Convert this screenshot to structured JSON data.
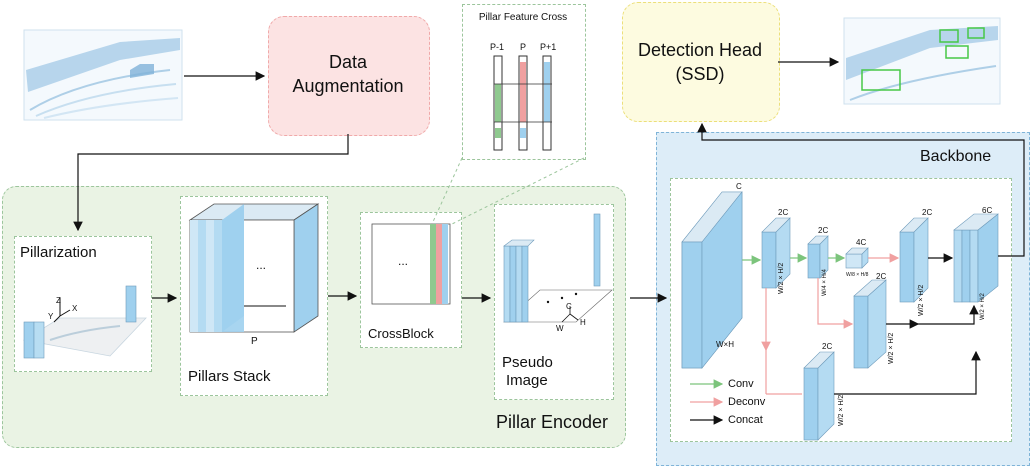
{
  "colors": {
    "encoder_bg": "#eaf3e4",
    "encoder_border": "#9cc59c",
    "backbone_bg": "#ddedf8",
    "backbone_border": "#7fb4d8",
    "augmentation_fill": "#fce3e3",
    "augmentation_border": "#f0a9a9",
    "detection_fill": "#fdfbe0",
    "detection_border": "#ecdf7a",
    "pillar_blue": "#9fd0ee",
    "pillar_green": "#8fc98f",
    "pillar_red": "#f0a0a0",
    "conv_arrow": "#7cc47c",
    "deconv_arrow": "#f0a0a0",
    "concat_arrow": "#111111"
  },
  "input_image": {
    "icon": "lidar-pointcloud-image"
  },
  "output_image": {
    "icon": "lidar-detections-image"
  },
  "augmentation": {
    "label_line1": "Data",
    "label_line2": "Augmentation"
  },
  "detection_head": {
    "label_line1": "Detection Head",
    "label_line2": "(SSD)"
  },
  "pillar_feature_cross": {
    "title": "Pillar Feature Cross",
    "labels": [
      "P-1",
      "P",
      "P+1"
    ]
  },
  "pillar_encoder": {
    "title": "Pillar Encoder",
    "pillarization": {
      "title": "Pillarization",
      "axes": [
        "Z",
        "Y",
        "X"
      ]
    },
    "pillars_stack": {
      "title": "Pillars Stack",
      "p_label": "P",
      "dots": "..."
    },
    "crossblock": {
      "title": "CrossBlock",
      "dots": "..."
    },
    "pseudo_image": {
      "title_line1": "Pseudo",
      "title_line2": "Image",
      "dim_labels": [
        "C",
        "H",
        "W"
      ]
    }
  },
  "backbone": {
    "title": "Backbone",
    "blocks": {
      "b1_channels": "C",
      "b1_size": "W×H",
      "b2_channels": "2C",
      "b2_size": "W/2 × H/2",
      "b3_channels": "2C",
      "b3_size": "W/4 × H/4",
      "b4_channels": "4C",
      "b4_size": "W/8 × H/8",
      "b5_channels": "2C",
      "b5_size": "W/2 × H/2",
      "b6_channels": "2C",
      "b6_size": "W/2 × H/2",
      "b7_channels": "2C",
      "b7_size": "W/2 × H/2",
      "b8_channels": "6C",
      "b8_size": "W/2 × H/2"
    },
    "legend": [
      "Conv",
      "Deconv",
      "Concat"
    ]
  }
}
